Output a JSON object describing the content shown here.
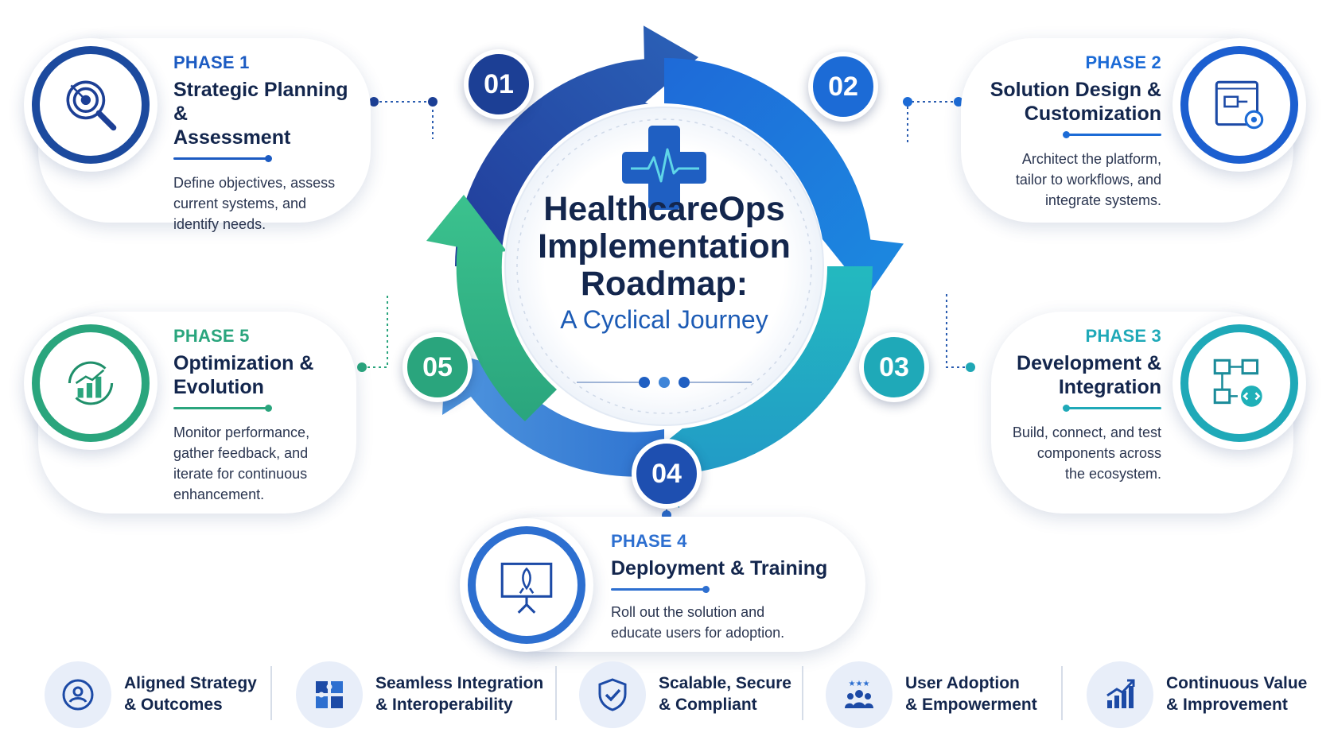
{
  "center": {
    "title_lines": [
      "HealthcareOps",
      "Implementation",
      "Roadmap:"
    ],
    "subtitle": "A Cyclical Journey",
    "icon": "medical-cross-heartbeat-icon"
  },
  "steps": [
    "01",
    "02",
    "03",
    "04",
    "05"
  ],
  "phases": [
    {
      "label": "PHASE 1",
      "title_lines": [
        "Strategic Planning &",
        "Assessment"
      ],
      "desc_lines": [
        "Define objectives, assess",
        "current systems, and",
        "identify needs."
      ],
      "icon": "target-magnifier-icon"
    },
    {
      "label": "PHASE 2",
      "title_lines": [
        "Solution Design &",
        "Customization"
      ],
      "desc_lines": [
        "Architect the platform,",
        "tailor to workflows, and",
        "integrate systems."
      ],
      "icon": "blueprint-gear-icon"
    },
    {
      "label": "PHASE 3",
      "title_lines": [
        "Development &",
        "Integration"
      ],
      "desc_lines": [
        "Build, connect, and test",
        "components across",
        "the ecosystem."
      ],
      "icon": "flowchart-code-icon"
    },
    {
      "label": "PHASE 4",
      "title_lines": [
        "Deployment & Training"
      ],
      "desc_lines": [
        "Roll out the solution and",
        "educate users for adoption."
      ],
      "icon": "rocket-presentation-icon"
    },
    {
      "label": "PHASE 5",
      "title_lines": [
        "Optimization &",
        "Evolution"
      ],
      "desc_lines": [
        "Monitor performance,",
        "gather feedback, and",
        "iterate for continuous",
        "enhancement."
      ],
      "icon": "growth-chart-cycle-icon"
    }
  ],
  "benefits": [
    {
      "lines": [
        "Aligned Strategy",
        "& Outcomes"
      ],
      "icon": "target-person-icon"
    },
    {
      "lines": [
        "Seamless Integration",
        "& Interoperability"
      ],
      "icon": "puzzle-pieces-icon"
    },
    {
      "lines": [
        "Scalable, Secure",
        "& Compliant"
      ],
      "icon": "shield-check-icon"
    },
    {
      "lines": [
        "User Adoption",
        "& Empowerment"
      ],
      "icon": "user-group-stars-icon"
    },
    {
      "lines": [
        "Continuous Value",
        "& Improvement"
      ],
      "icon": "rising-bar-chart-icon"
    }
  ],
  "colors": {
    "navy": "#1e3f96",
    "royal_blue": "#1f6fd6",
    "teal": "#1fb0b8",
    "mid_blue": "#3f85d8",
    "green": "#2fb08a",
    "text_dark": "#13264d"
  }
}
